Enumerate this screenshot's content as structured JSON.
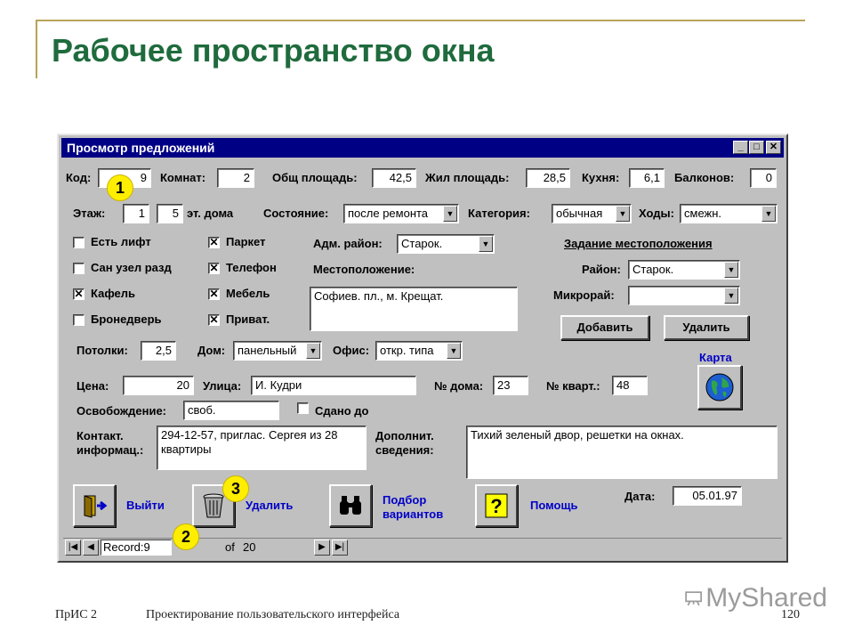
{
  "slide": {
    "title": "Рабочее пространство окна",
    "footer_left": "ПрИС 2",
    "footer_center": "Проектирование пользовательского интерфейса",
    "page_number": "120",
    "logo_text": "MyShared"
  },
  "window": {
    "title": "Просмотр предложений",
    "minimize": "_",
    "maximize": "□",
    "close": "✕"
  },
  "row1": {
    "kod_label": "Код:",
    "kod_value": "9",
    "komnat_label": "Комнат:",
    "komnat_value": "2",
    "obsh_label": "Общ площадь:",
    "obsh_value": "42,5",
    "zhil_label": "Жил площадь:",
    "zhil_value": "28,5",
    "kuhnya_label": "Кухня:",
    "kuhnya_value": "6,1",
    "balkon_label": "Балконов:",
    "balkon_value": "0"
  },
  "row2": {
    "etazh_label": "Этаж:",
    "etazh_value": "1",
    "etdoma_value": "5",
    "etdoma_label": "эт. дома",
    "sostoyanie_label": "Состояние:",
    "sostoyanie_value": "после ремонта",
    "kategoriya_label": "Категория:",
    "kategoriya_value": "обычная",
    "hody_label": "Ходы:",
    "hody_value": "смежн."
  },
  "checkboxes_left": [
    {
      "label": "Есть лифт",
      "mark": ""
    },
    {
      "label": "Сан узел разд",
      "mark": ""
    },
    {
      "label": "Кафель",
      "mark": "✕"
    },
    {
      "label": "Бронедверь",
      "mark": ""
    }
  ],
  "checkboxes_mid": [
    {
      "label": "Паркет",
      "mark": "✕"
    },
    {
      "label": "Телефон",
      "mark": "✕"
    },
    {
      "label": "Мебель",
      "mark": "✕"
    },
    {
      "label": "Приват.",
      "mark": "✕"
    }
  ],
  "adm": {
    "label": "Адм. район:",
    "value": "Старок.",
    "location_label": "Местоположение:",
    "location_value": "Софиев. пл., м. Крещат."
  },
  "location_task": {
    "heading": "Задание местоположения",
    "rayon_label": "Район:",
    "rayon_value": "Старок.",
    "mikro_label": "Микрорай:",
    "mikro_value": "",
    "add_button": "Добавить",
    "delete_button": "Удалить"
  },
  "row_ceil": {
    "potolki_label": "Потолки:",
    "potolki_value": "2,5",
    "dom_label": "Дом:",
    "dom_value": "панельный",
    "ofis_label": "Офис:",
    "ofis_value": "откр. типа"
  },
  "map": {
    "label": "Карта"
  },
  "row_price": {
    "cena_label": "Цена:",
    "cena_value": "20",
    "ulica_label": "Улица:",
    "ulica_value": "И. Кудри",
    "ndoma_label": "№ дома:",
    "ndoma_value": "23",
    "nkvart_label": "№ кварт.:",
    "nkvart_value": "48"
  },
  "row_free": {
    "osv_label": "Освобождение:",
    "osv_value": "своб.",
    "sdano_label": "Сдано до",
    "sdano_mark": ""
  },
  "contact": {
    "label_1": "Контакт.",
    "label_2": "информац.:",
    "value": "294-12-57, приглас. Сергея из 28 квартиры"
  },
  "extra": {
    "label_1": "Дополнит.",
    "label_2": "сведения:",
    "value": "Тихий зеленый двор, решетки на окнах."
  },
  "actions": {
    "exit_label": "Выйти",
    "delete_label": "Удалить",
    "select_label_1": "Подбор",
    "select_label_2": "вариантов",
    "help_label": "Помощь",
    "date_label": "Дата:",
    "date_value": "05.01.97"
  },
  "navigator": {
    "first": "|◀",
    "prev": "◀",
    "record_label": "Record:",
    "record_value": "9",
    "of_text": "of",
    "total": "20",
    "next": "▶",
    "last": "▶|"
  },
  "badges": {
    "b1": "1",
    "b2": "2",
    "b3": "3"
  },
  "colors": {
    "title_green": "#1f6b3d",
    "titlebar_blue": "#000084",
    "badge_yellow": "#ffee00",
    "label_blue": "#0000c8"
  }
}
